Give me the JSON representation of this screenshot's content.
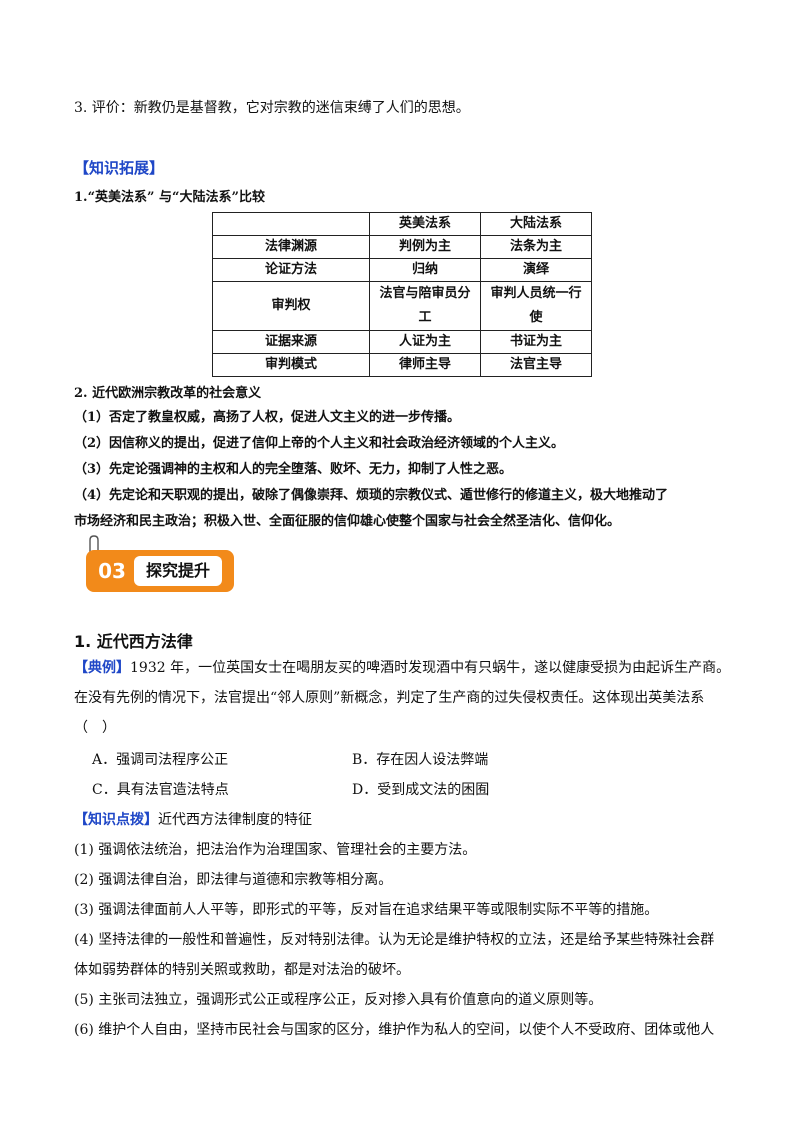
{
  "intro": {
    "line3": "3. 评价：新教仍是基督教，它对宗教的迷信束缚了人们的思想。"
  },
  "knowledge_ext": {
    "title": "【知识拓展】",
    "item1_title": "1.“英美法系” 与“大陆法系”比较",
    "table": {
      "headers": [
        "",
        "英美法系",
        "大陆法系"
      ],
      "rows": [
        [
          "法律渊源",
          "判例为主",
          "法条为主"
        ],
        [
          "论证方法",
          "归纳",
          "演绎"
        ],
        [
          "审判权",
          "法官与陪审员分工",
          "审判人员统一行使"
        ],
        [
          "证据来源",
          "人证为主",
          "书证为主"
        ],
        [
          "审判模式",
          "律师主导",
          "法官主导"
        ]
      ]
    },
    "item2_title": "2. 近代欧洲宗教改革的社会意义",
    "points": [
      "（1）否定了教皇权威，高扬了人权，促进人文主义的进一步传播。",
      "（2）因信称义的提出，促进了信仰上帝的个人主义和社会政治经济领域的个人主义。",
      "（3）先定论强调神的主权和人的完全堕落、败坏、无力，抑制了人性之恶。",
      "（4）先定论和天职观的提出，破除了偶像崇拜、烦琐的宗教仪式、遁世修行的修道主义，极大地推动了",
      "市场经济和民主政治；积极入世、全面征服的信仰雄心使整个国家与社会全然圣洁化、信仰化。"
    ]
  },
  "badge": {
    "num": "03",
    "label": "探究提升"
  },
  "section1": {
    "title": "1. 近代西方法律",
    "example_tag": "【典例】",
    "example_line1": "1932 年，一位英国女士在喝朋友买的啤酒时发现酒中有只蜗牛，遂以健康受损为由起诉生产商。",
    "example_line2": "在没有先例的情况下，法官提出“邻人原则”新概念，判定了生产商的过失侵权责任。这体现出英美法系",
    "example_line3": "（　）",
    "options": {
      "A": "A．强调司法程序公正",
      "B": "B．存在因人设法弊端",
      "C": "C．具有法官造法特点",
      "D": "D．受到成文法的困囿"
    },
    "tip_tag": "【知识点拨】",
    "tip_title": "近代西方法律制度的特征",
    "features": [
      "(1) 强调依法统治，把法治作为治理国家、管理社会的主要方法。",
      "(2) 强调法律自治，即法律与道德和宗教等相分离。",
      "(3) 强调法律面前人人平等，即形式的平等，反对旨在追求结果平等或限制实际不平等的措施。",
      "(4) 坚持法律的一般性和普遍性，反对特别法律。认为无论是维护特权的立法，还是给予某些特殊社会群",
      "体如弱势群体的特别关照或救助，都是对法治的破坏。",
      "(5) 主张司法独立，强调形式公正或程序公正，反对掺入具有价值意向的道义原则等。",
      "(6) 维护个人自由，坚持市民社会与国家的区分，维护作为私人的空间，以使个人不受政府、团体或他人"
    ]
  },
  "colors": {
    "accent_blue": "#1f47c7",
    "badge_orange": "#f28a1a"
  }
}
